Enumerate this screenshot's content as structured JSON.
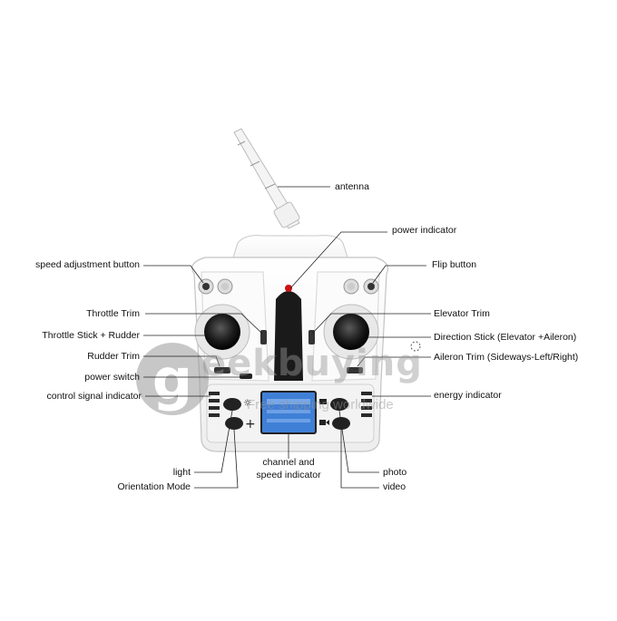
{
  "watermark": {
    "word": "eekbuying",
    "tagline": "Free shipping worldwide",
    "logo_letter": "g"
  },
  "screen_color": "#3f7fd6",
  "labels": {
    "antenna": "antenna",
    "power_indicator": "power indicator",
    "speed_adjustment_button": "speed adjustment button",
    "flip_button": "Flip button",
    "throttle_trim": "Throttle Trim",
    "elevator_trim": "Elevator Trim",
    "throttle_stick": "Throttle Stick + Rudder",
    "direction_stick": "Direction Stick (Elevator +Aileron)",
    "rudder_trim": "Rudder Trim",
    "aileron_trim": "Aileron Trim (Sideways-Left/Right)",
    "power_switch": "power switch",
    "control_signal_indicator": "control signal indicator",
    "energy_indicator": "energy indicator",
    "channel_speed_1": "channel and",
    "channel_speed_2": "speed indicator",
    "light": "light",
    "orientation_mode": "Orientation Mode",
    "photo": "photo",
    "video": "video"
  }
}
